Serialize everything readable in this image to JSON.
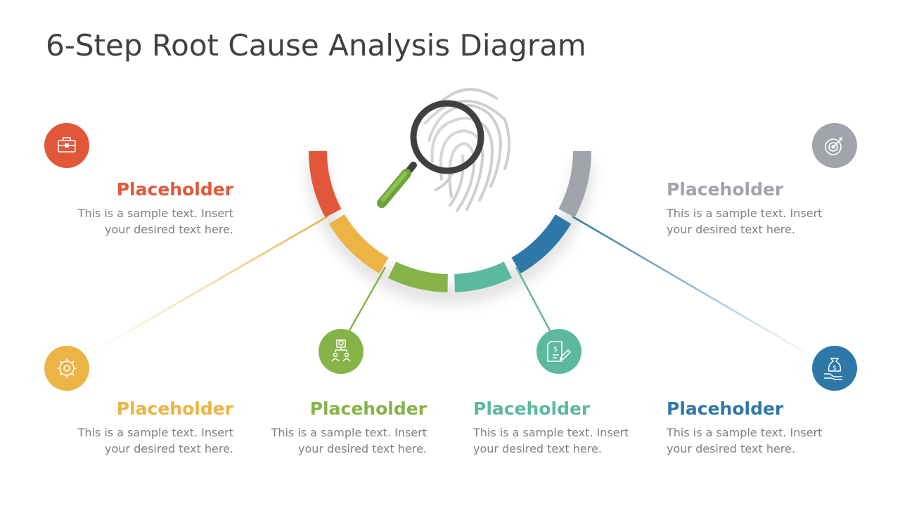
{
  "title": "6-Step Root Cause Analysis Diagram",
  "steps": [
    {
      "title": "Placeholder",
      "body": "This is a sample text. Insert\nyour desired text here.",
      "color": "#E2573A",
      "icon": "briefcase-icon"
    },
    {
      "title": "Placeholder",
      "body": "This is a sample text. Insert\nyour desired text here.",
      "color": "#EBB444",
      "icon": "gear-icon"
    },
    {
      "title": "Placeholder",
      "body": "This is a sample text. Insert\nyour desired text here.",
      "color": "#86B348",
      "icon": "hierarchy-icon"
    },
    {
      "title": "Placeholder",
      "body": "This is a sample text. Insert\nyour desired text here.",
      "color": "#5DB8A0",
      "icon": "invoice-icon"
    },
    {
      "title": "Placeholder",
      "body": "This is a sample text. Insert\nyour desired text here.",
      "color": "#2E78A8",
      "icon": "money-bag-hand-icon"
    },
    {
      "title": "Placeholder",
      "body": "This is a sample text. Insert\nyour desired text here.",
      "color": "#A1A4AA",
      "icon": "target-icon"
    }
  ],
  "center_icons": [
    "magnifier-icon",
    "fingerprint-icon"
  ]
}
